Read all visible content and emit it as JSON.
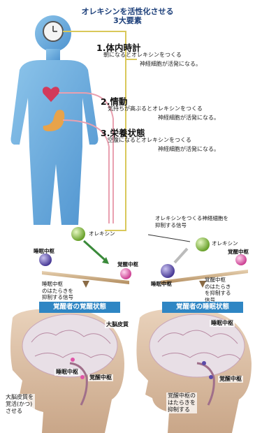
{
  "title": {
    "line1": "オレキシンを活性化させる",
    "line2": "3大要素"
  },
  "factors": [
    {
      "heading": "1.体内時計",
      "desc1": "朝になるとオレキシンをつくる",
      "desc2": "神経細胞が活発になる。"
    },
    {
      "heading": "2.情動",
      "desc1": "気持ちが高ぶるとオレキシンをつくる",
      "desc2": "神経細胞が活発になる。"
    },
    {
      "heading": "3.栄養状態",
      "desc1": "空腹になるとオレキシンをつくる",
      "desc2": "神経細胞が活発になる。"
    }
  ],
  "mid": {
    "orexin_left": "オレキシン",
    "orexin_right": "オレキシン",
    "signal_line1": "オレキシンをつくる神経細胞を",
    "signal_line2": "抑制する信号",
    "sleep_center": "睡眠中枢",
    "wake_center": "覚醒中枢",
    "left_note": [
      "睡眠中枢",
      "のはたらきを",
      "抑制する信号"
    ],
    "right_note": [
      "覚醒中枢",
      "のはたらき",
      "を抑制する",
      "信号"
    ]
  },
  "panels": {
    "left_banner": "覚醒者の覚醒状態",
    "right_banner": "覚醒者の睡眠状態",
    "cortex": "大脳皮質",
    "sleep_center": "睡眠中枢",
    "wake_center": "覚醒中枢",
    "left_caption": [
      "大脳皮質を",
      "覚活(かつ)",
      "させる"
    ],
    "right_sleep": "睡眠中枢",
    "right_wake": "覚醒中枢",
    "right_caption": [
      "覚醒中枢の",
      "はたらきを",
      "抑制する"
    ]
  },
  "colors": {
    "title": "#1c3f7a",
    "body": "#5fa3d8",
    "banner": "#2f86c4",
    "orexin_ball": "#8cc63f",
    "sleep_ball": "#5b4aa8",
    "wake_ball": "#e055a8",
    "heart": "#d23a5b",
    "stomach": "#e8a34a"
  }
}
